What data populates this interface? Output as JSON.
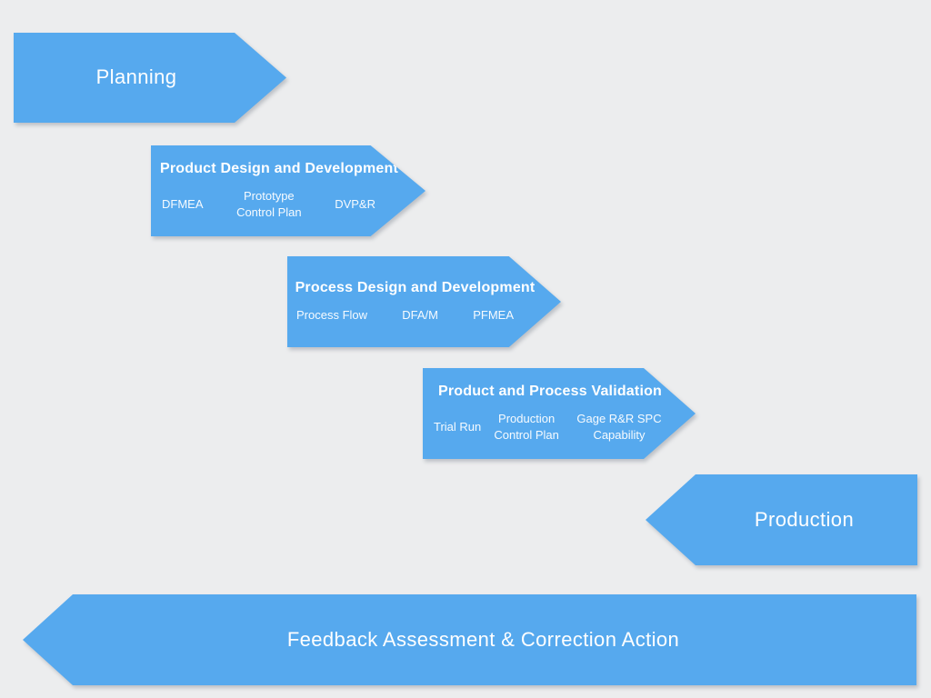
{
  "diagram": {
    "name": "APQP process flow",
    "colors": {
      "background": "#ecedee",
      "arrow": "#56a9ee",
      "text": "#ffffff"
    }
  },
  "arrows": [
    {
      "id": "planning",
      "direction": "right",
      "label": "Planning"
    },
    {
      "id": "product-design-and-development",
      "direction": "right",
      "title": "Product Design and Development",
      "items": [
        "DFMEA",
        "Prototype Control Plan",
        "DVP&R"
      ]
    },
    {
      "id": "process-design-and-development",
      "direction": "right",
      "title": "Process Design and Development",
      "items": [
        "Process Flow",
        "DFA/M",
        "PFMEA"
      ]
    },
    {
      "id": "product-and-process-validation",
      "direction": "right",
      "title": "Product and Process Validation",
      "items": [
        "Trial Run",
        "Production Control Plan",
        "Gage R&R SPC Capability"
      ]
    },
    {
      "id": "production",
      "direction": "left",
      "label": "Production"
    },
    {
      "id": "feedback-assessment-correction-action",
      "direction": "left",
      "label": "Feedback Assessment & Correction Action"
    }
  ]
}
